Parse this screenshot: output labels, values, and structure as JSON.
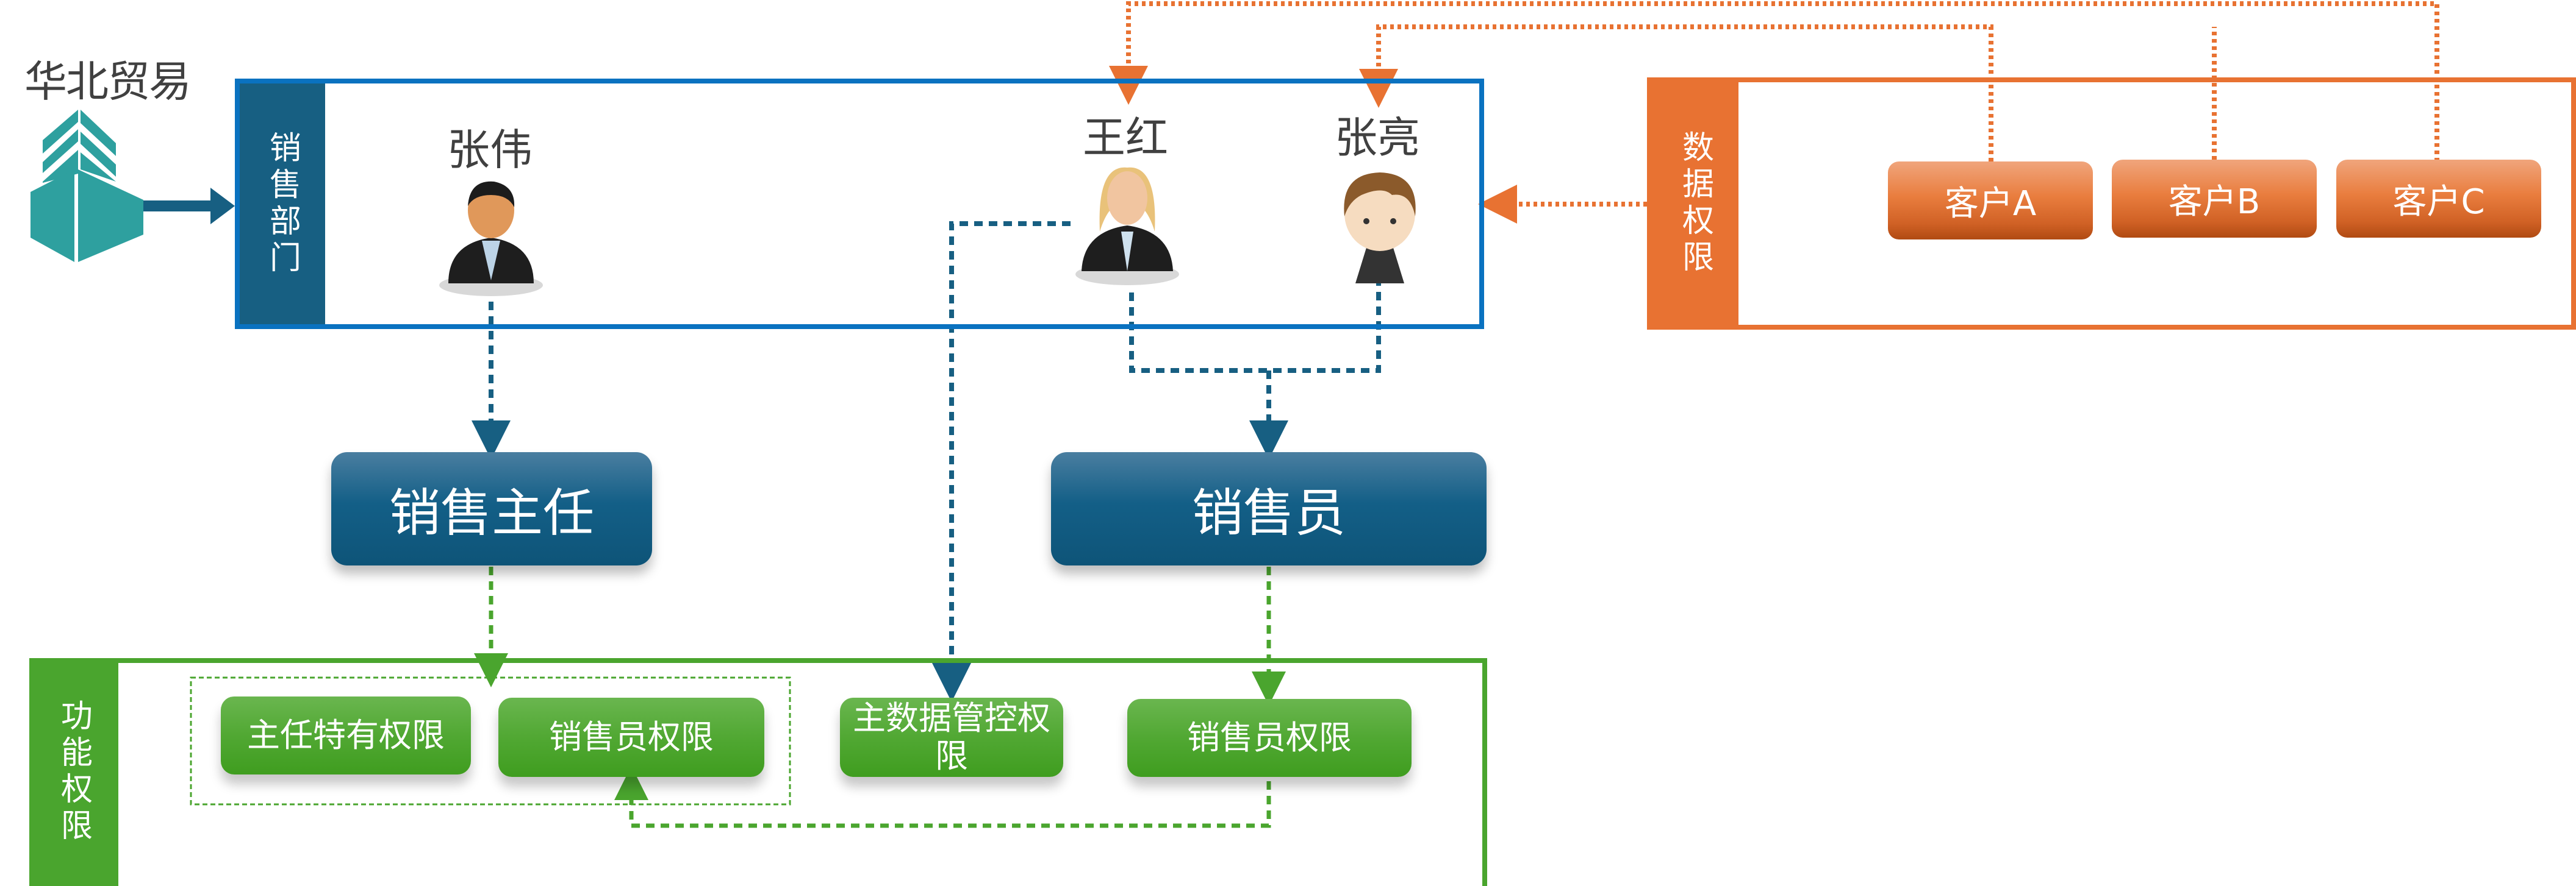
{
  "company": {
    "name": "华北贸易",
    "icon": "building-icon"
  },
  "department": {
    "label": "销售部门",
    "people": [
      {
        "name": "张伟",
        "avatar": "male-manager-avatar"
      },
      {
        "name": "王红",
        "avatar": "female-staff-avatar"
      },
      {
        "name": "张亮",
        "avatar": "male-cartoon-avatar"
      }
    ]
  },
  "data_permissions": {
    "label": "数据权限",
    "customers": [
      "客户A",
      "客户B",
      "客户C"
    ]
  },
  "roles": [
    {
      "label": "销售主任"
    },
    {
      "label": "销售员"
    }
  ],
  "function_permissions": {
    "label": "功能权限",
    "items": [
      "主任特有权限",
      "销售员权限",
      "主数据管控权限",
      "销售员权限"
    ]
  },
  "colors": {
    "blue": "#0a72c0",
    "navy": "#175f82",
    "orange": "#e87232",
    "green": "#4aa52e"
  }
}
